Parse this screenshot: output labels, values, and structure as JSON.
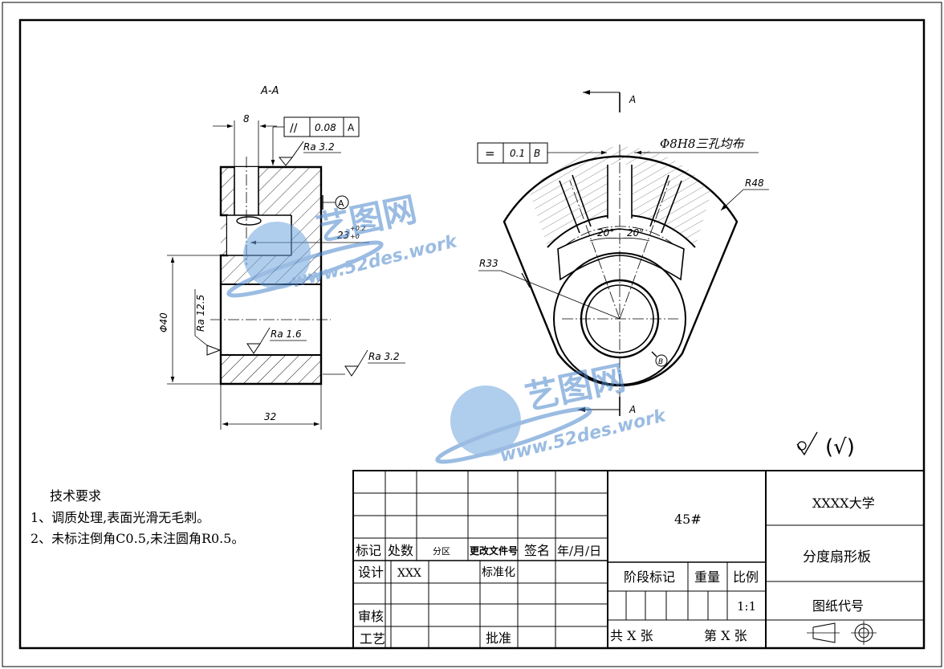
{
  "section": {
    "title": "A-A",
    "dim_8": "8",
    "tol_symbol": "//",
    "tol_value": "0.08",
    "tol_datum": "A",
    "ra_top": "Ra 3.2",
    "datum_label": "A",
    "dim_23": "23",
    "dim_23_tol_upper": "+0.2",
    "dim_23_tol_lower": "+0",
    "dim_phi40": "Φ40",
    "ra_125": "Ra 12.5",
    "ra_16": "Ra 1.6",
    "ra_right": "Ra 3.2",
    "dim_32": "32"
  },
  "front_view": {
    "section_mark_top": "A",
    "section_mark_bottom": "A",
    "sym_symbol": "=",
    "sym_value": "0.1",
    "sym_datum": "B",
    "hole_note": "Φ8H8三孔均布",
    "r48": "R48",
    "angle_left": "20°",
    "angle_right": "20°",
    "r33": "R33",
    "datum_b": "B"
  },
  "general_roughness": "(√)",
  "tech": {
    "title": "技术要求",
    "line1": "1、调质处理,表面光滑无毛刺。",
    "line2": "2、未标注倒角C0.5,未注圆角R0.5。"
  },
  "title_block": {
    "material": "45#",
    "university": "XXXX大学",
    "part_name": "分度扇形板",
    "drawing_code": "图纸代号",
    "h_mark": "标记",
    "h_count": "处数",
    "h_zone": "分区",
    "h_docno": "更改文件号",
    "h_sign": "签名",
    "h_date": "年/月/日",
    "design": "设计",
    "designer": "XXX",
    "standardize": "标准化",
    "review": "审核",
    "process": "工艺",
    "approve": "批准",
    "stage_mark": "阶段标记",
    "weight": "重量",
    "scale": "比例",
    "scale_value": "1:1",
    "total_sheets": "共 X 张",
    "sheet_no": "第 X 张"
  },
  "watermark": {
    "brand": "艺图网",
    "url": "www.52des.work"
  }
}
